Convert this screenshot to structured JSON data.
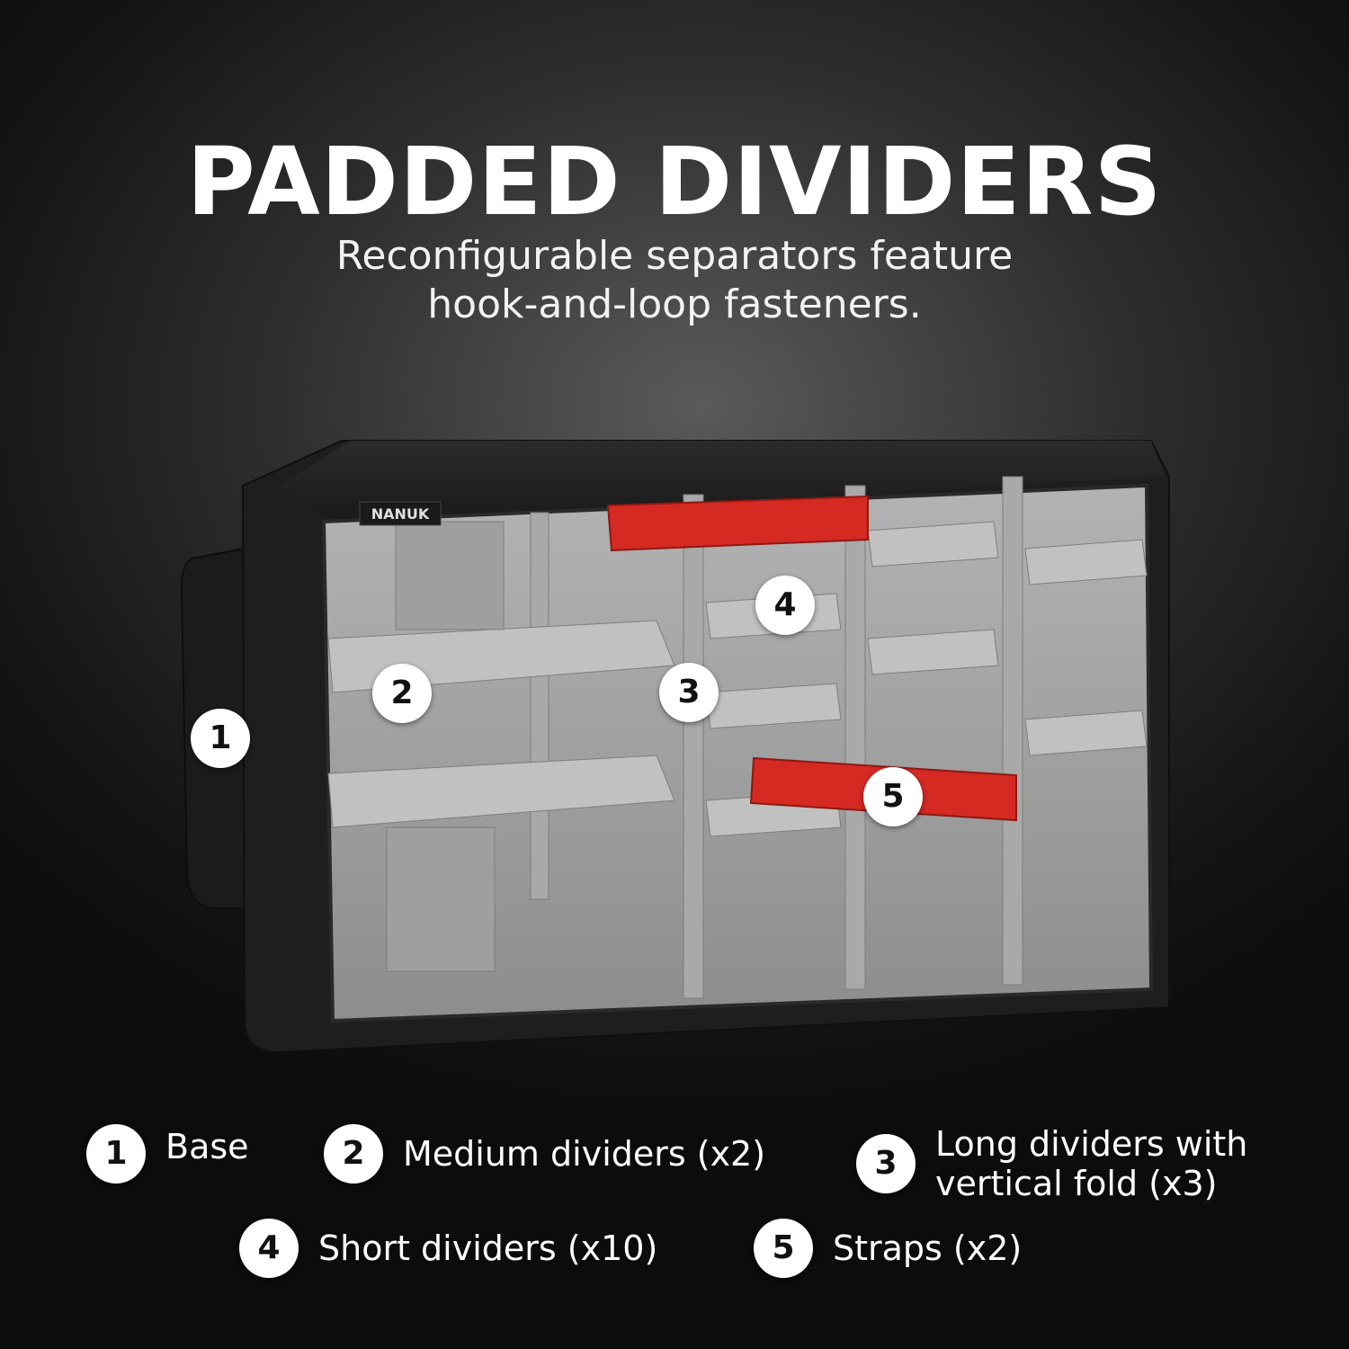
{
  "header": {
    "title": "PADDED DIVIDERS",
    "subtitle_line1": "Reconfigurable separators feature",
    "subtitle_line2": "hook-and-loop fasteners."
  },
  "product": {
    "brand_label": "NANUK",
    "callouts": [
      "1",
      "2",
      "3",
      "4",
      "5"
    ]
  },
  "legend": {
    "items": [
      {
        "number": "1",
        "line1": "Base"
      },
      {
        "number": "2",
        "line1": "Medium dividers (x2)"
      },
      {
        "number": "3",
        "line1": "Long dividers with",
        "line2": "vertical fold (x3)"
      },
      {
        "number": "4",
        "line1": "Short dividers (x10)"
      },
      {
        "number": "5",
        "line1": "Straps (x2)"
      }
    ]
  },
  "colors": {
    "strap": "#d42a22",
    "felt": "#9e9e9e",
    "shell": "#1f1f1f"
  }
}
